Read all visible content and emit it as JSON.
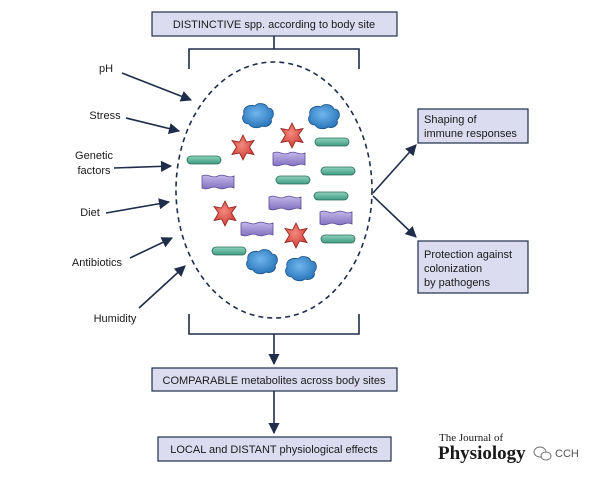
{
  "boxes": {
    "top": "DISTINCTIVE spp. according to body site",
    "middle": "COMPARABLE metabolites across body sites",
    "bottom": "LOCAL and DISTANT physiological effects",
    "right_top": [
      "Shaping of",
      "immune responses"
    ],
    "right_bottom": [
      "Protection against",
      "colonization",
      "by pathogens"
    ]
  },
  "factors": {
    "ph": "pH",
    "stress": "Stress",
    "genetic": [
      "Genetic",
      "factors"
    ],
    "diet": "Diet",
    "antibiotics": "Antibiotics",
    "humidity": "Humidity"
  },
  "logo": {
    "line1": "The Journal of",
    "line2": "Physiology"
  },
  "watermark": "CCH",
  "colors": {
    "box_fill": "#dcdcf1",
    "line": "#1f2d4a",
    "blue_cell": "#3b8fd6",
    "red_star": "#e2483f",
    "green_rod": "#5fb49b",
    "purple_wave": "#9f8fd0"
  },
  "icons": [
    "blue-cell-icon",
    "red-star-icon",
    "green-rod-icon",
    "purple-wave-icon",
    "wechat-icon"
  ]
}
